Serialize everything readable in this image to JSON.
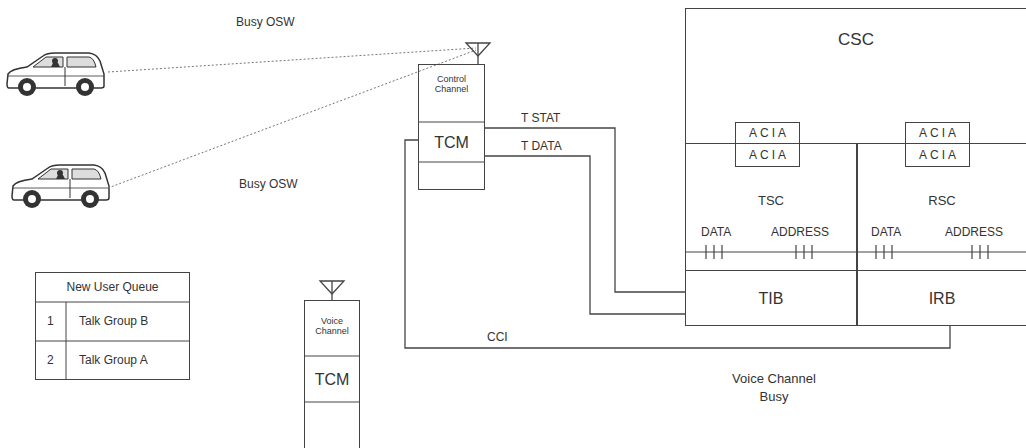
{
  "diagram": {
    "nodes": [
      {
        "text": [
          "Control Channel",
          "TCM"
        ]
      },
      {
        "text": [
          "CSC"
        ]
      },
      {
        "text": [
          "ACIA"
        ],
        "in": 1
      },
      {
        "text": [
          "ACIA"
        ],
        "in": 1
      },
      {
        "text": [
          "TSC"
        ],
        "in": 1
      },
      {
        "text": [
          "ACIA"
        ],
        "in": 4
      },
      {
        "text": [
          "TIB"
        ],
        "in": 4
      },
      {
        "text": [
          "RSC"
        ],
        "in": 1
      },
      {
        "text": [
          "ACIA"
        ],
        "in": 7
      },
      {
        "text": [
          "IRB"
        ],
        "in": 7
      },
      {
        "text": [
          "New User Queue"
        ]
      },
      {
        "text": [
          "Voice Channel",
          "TCM"
        ]
      }
    ],
    "edges": [
      {
        "from": 0,
        "to": 6,
        "label": "T STAT",
        "arrow": "none"
      },
      {
        "from": 0,
        "to": 6,
        "label": "T DATA",
        "arrow": "none"
      },
      {
        "from": 0,
        "to": 9,
        "label": "CCI",
        "arrow": "none"
      }
    ],
    "labels": [
      "Busy OSW",
      "Busy OSW",
      "DATA",
      "ADDRESS",
      "DATA",
      "ADDRESS",
      "1",
      "Talk Group B",
      "2",
      "Talk Group A",
      "Voice Channel Busy"
    ]
  }
}
